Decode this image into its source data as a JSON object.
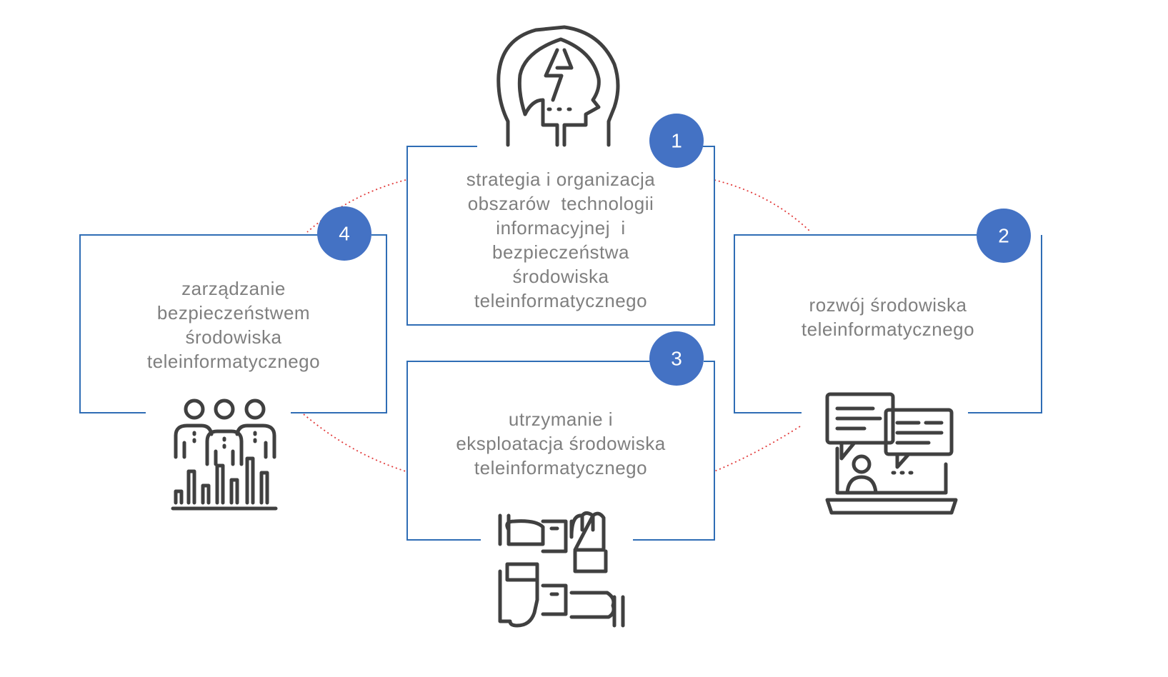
{
  "colors": {
    "box_border": "#2f6db5",
    "badge_fill": "#4472c4",
    "badge_text": "#ffffff",
    "link_dots": "#e23b3b",
    "text": "#7f7f7f",
    "icon": "#404040"
  },
  "boxes": [
    {
      "id": "strategy",
      "number": "1",
      "icon": "head-lightning-icon",
      "lines": [
        "strategia i organizacja",
        "obszarów  technologii",
        "informacyjnej  i",
        "bezpieczeństwa",
        "środowiska",
        "teleinformatycznego"
      ]
    },
    {
      "id": "development",
      "number": "2",
      "icon": "laptop-video-chat-icon",
      "lines": [
        "rozwój środowiska",
        "teleinformatycznego"
      ]
    },
    {
      "id": "maintenance",
      "number": "3",
      "icon": "joined-hands-icon",
      "lines": [
        "utrzymanie i",
        "eksploatacja środowiska",
        "teleinformatycznego"
      ]
    },
    {
      "id": "security-management",
      "number": "4",
      "icon": "team-chart-icon",
      "lines": [
        "zarządzanie",
        "bezpieczeństwem",
        "środowiska",
        "teleinformatycznego"
      ]
    }
  ]
}
